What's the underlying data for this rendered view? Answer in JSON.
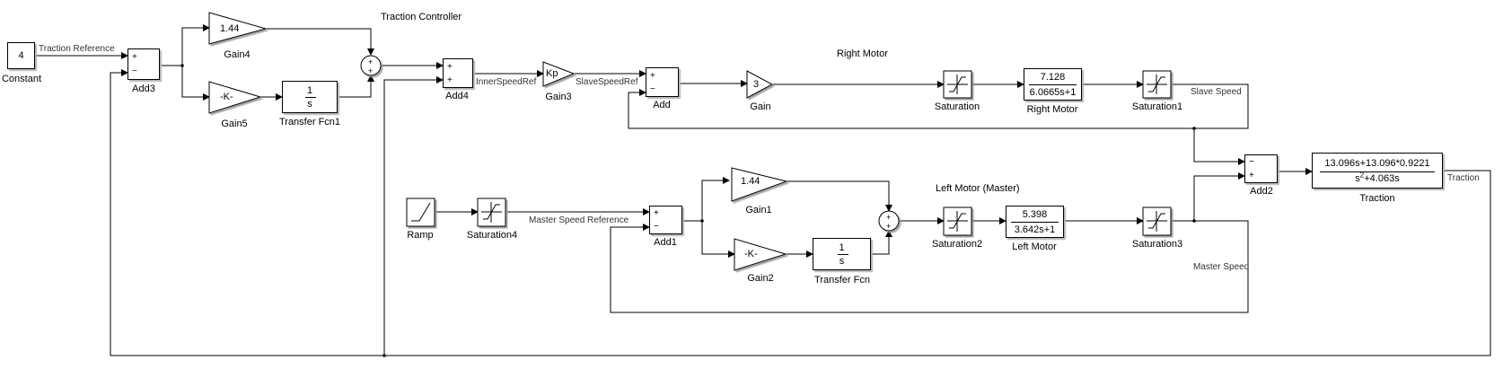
{
  "diagram": {
    "subsystem_titles": {
      "traction_controller": "Traction Controller",
      "right_motor": "Right Motor",
      "left_motor": "Left Motor (Master)"
    },
    "signals": {
      "traction_reference": "Traction Reference",
      "inner_speed_ref": "InnerSpeedRef",
      "slave_speed_ref": "SlaveSpeedRef",
      "slave_speed": "Slave Speed",
      "master_speed_reference": "Master Speed Reference",
      "master_speed": "Master Speed",
      "traction": "Traction"
    },
    "blocks": {
      "constant": {
        "label": "Constant",
        "value": "4"
      },
      "add3": {
        "label": "Add3",
        "signs": [
          "+",
          "−"
        ]
      },
      "gain4": {
        "label": "Gain4",
        "value": "1.44"
      },
      "gain5": {
        "label": "Gain5",
        "value": "-K-"
      },
      "transfer_fcn1": {
        "label": "Transfer Fcn1",
        "num": "1",
        "den": "s"
      },
      "sum_tc": {
        "signs": [
          "+",
          "+"
        ]
      },
      "add4": {
        "label": "Add4",
        "signs": [
          "+",
          "+"
        ]
      },
      "gain3": {
        "label": "Gain3",
        "value": "Kp"
      },
      "add": {
        "label": "Add",
        "signs": [
          "+",
          "−"
        ]
      },
      "gain": {
        "label": "Gain",
        "value": "3"
      },
      "saturation": {
        "label": "Saturation"
      },
      "right_motor": {
        "label": "Right Motor",
        "num": "7.128",
        "den": "6.0665s+1"
      },
      "saturation1": {
        "label": "Saturation1"
      },
      "add2": {
        "label": "Add2",
        "signs": [
          "−",
          "+"
        ]
      },
      "traction": {
        "label": "Traction",
        "num": "13.096s+13.096*0.9221",
        "den_pre": "s",
        "den_sup": "2",
        "den_post": "+4.063s"
      },
      "ramp": {
        "label": "Ramp"
      },
      "saturation4": {
        "label": "Saturation4"
      },
      "add1": {
        "label": "Add1",
        "signs": [
          "+",
          "−"
        ]
      },
      "gain1": {
        "label": "Gain1",
        "value": "1.44"
      },
      "gain2": {
        "label": "Gain2",
        "value": "-K-"
      },
      "transfer_fcn": {
        "label": "Transfer Fcn",
        "num": "1",
        "den": "s"
      },
      "sum_lm": {
        "signs": [
          "+",
          "+"
        ]
      },
      "saturation2": {
        "label": "Saturation2"
      },
      "left_motor": {
        "label": "Left Motor",
        "num": "5.398",
        "den": "3.642s+1"
      },
      "saturation3": {
        "label": "Saturation3"
      }
    }
  }
}
